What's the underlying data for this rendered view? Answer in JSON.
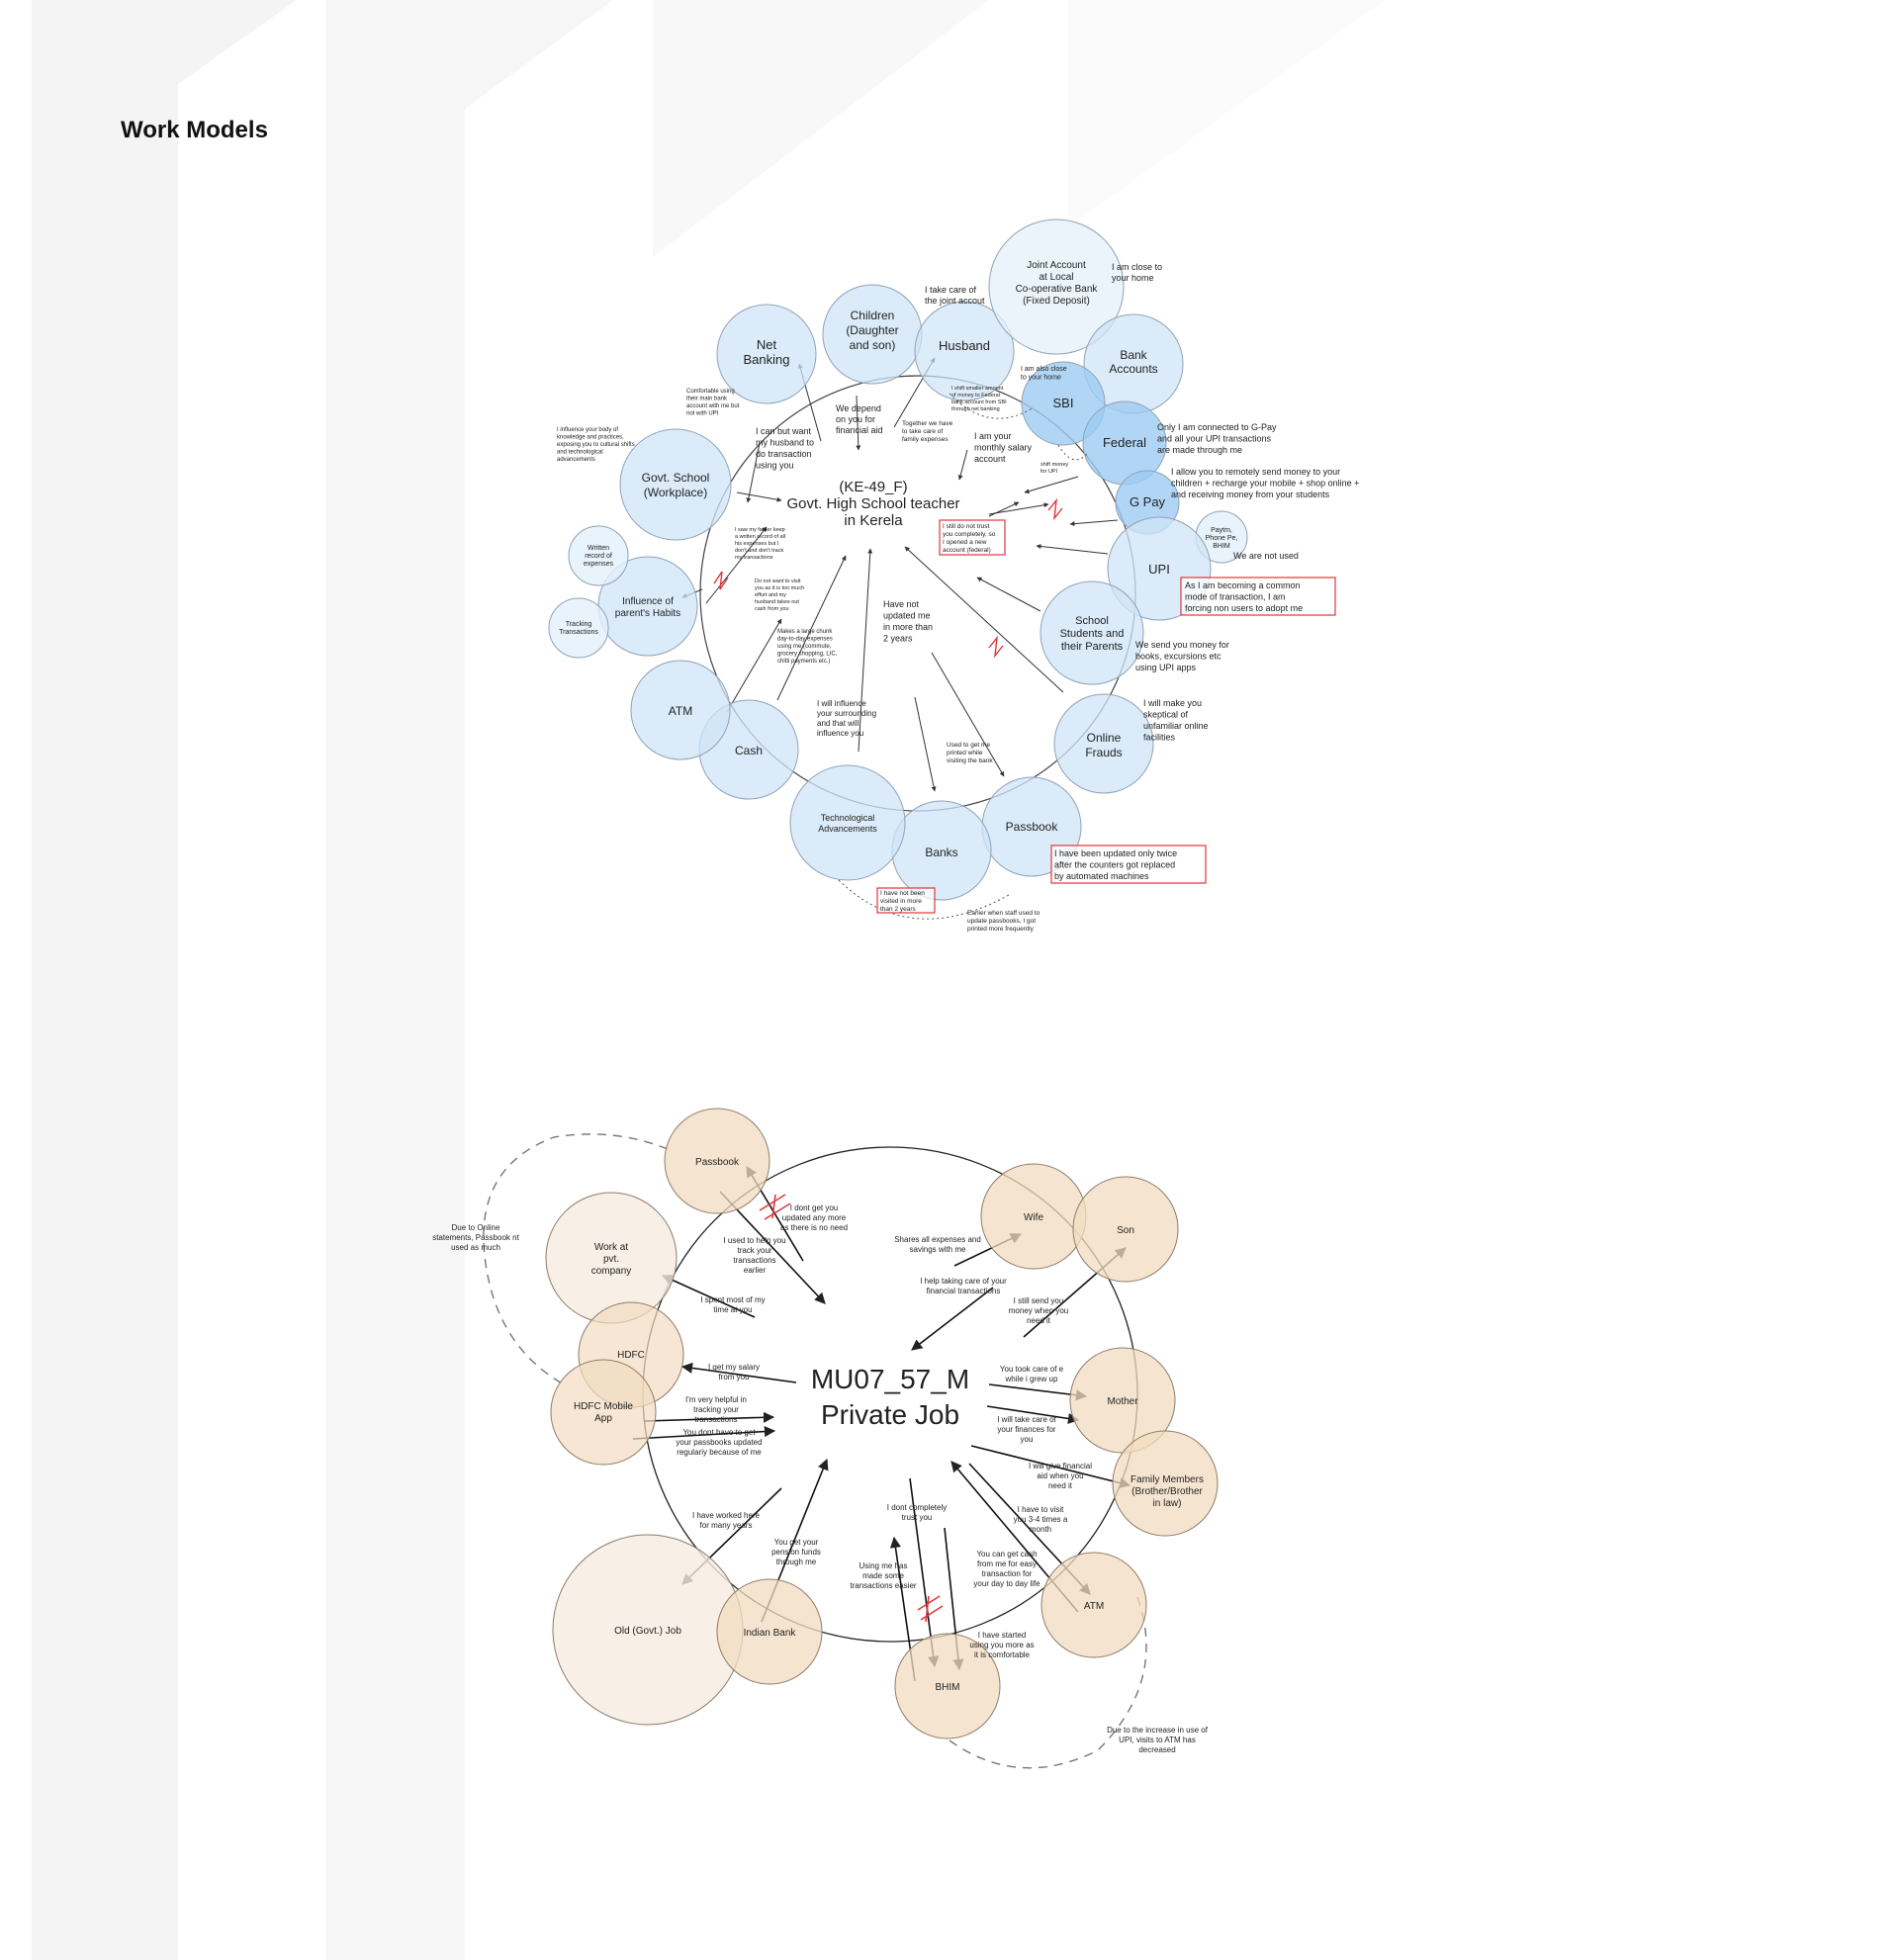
{
  "page": {
    "title": "Work Models"
  },
  "colors": {
    "blue_fill": "#cfe4f7",
    "blue_stroke": "#8fa3b6",
    "blue_strong": "#9ccbf2",
    "tan_fill": "#f2dcc0",
    "tan_light": "#f6ebe0",
    "red": "#e0363b",
    "line": "#222222",
    "dashed": "#777777"
  },
  "model1": {
    "center": [
      "(KE-49_F)",
      "Govt. High School teacher",
      "in Kerela"
    ],
    "nodes": {
      "net_banking": [
        "Net",
        "Banking"
      ],
      "children": [
        "Children",
        "(Daughter",
        "and son)"
      ],
      "husband": [
        "Husband"
      ],
      "joint_account": [
        "Joint Account",
        "at Local",
        "Co-operative Bank",
        "(Fixed Deposit)"
      ],
      "bank_accounts": [
        "Bank",
        "Accounts"
      ],
      "sbi": [
        "SBI"
      ],
      "federal": [
        "Federal"
      ],
      "gpay": [
        "G Pay"
      ],
      "paytm": [
        "Paytm,",
        "Phone Pe,",
        "BHIM"
      ],
      "upi": [
        "UPI"
      ],
      "school_students": [
        "School",
        "Students and",
        "their Parents"
      ],
      "online_frauds": [
        "Online",
        "Frauds"
      ],
      "passbook": [
        "Passbook"
      ],
      "banks": [
        "Banks"
      ],
      "tech_adv": [
        "Technological",
        "Advancements"
      ],
      "cash": [
        "Cash"
      ],
      "atm": [
        "ATM"
      ],
      "influence": [
        "Influence of",
        "parent's Habits"
      ],
      "written_record": [
        "Written",
        "record of",
        "expenses"
      ],
      "tracking": [
        "Tracking",
        "Transactions"
      ],
      "govt_school": [
        "Govt. School",
        "(Workplace)"
      ]
    },
    "labels": {
      "close_home": [
        "I am close to",
        "your home"
      ],
      "take_care_joint": [
        "I take care of",
        "the joint accout"
      ],
      "comfortable": [
        "Comfortable using",
        "their main bank",
        "account with me but",
        "not with UPI"
      ],
      "influence_body": [
        "I influence your body of",
        "knowledge and practices,",
        "exposing you to cultural shifts",
        "and technological",
        "advancements"
      ],
      "can_but_want": [
        "I can but want",
        "my husband to",
        "do transaction",
        "using you"
      ],
      "depend": [
        "We depend",
        "on you for",
        "financial aid"
      ],
      "together": [
        "Together we have",
        "to take care of",
        "family expenses"
      ],
      "shift_smaller": [
        "I shift smaller amount",
        "of money to Federal",
        "bank account from SBI",
        "through net banking"
      ],
      "also_close": [
        "I am also close",
        "to your home"
      ],
      "monthly_salary": [
        "I am your",
        "monthly salary",
        "account"
      ],
      "shift_money_upi": [
        "shift money",
        "for UPI"
      ],
      "only_connected": [
        "Only I am connected to G-Pay",
        "and all your UPI transactions",
        "are made through me"
      ],
      "allow_remote": [
        "I allow you to remotely send money to your",
        "children + recharge your mobile + shop online +",
        "and receiving money from your students"
      ],
      "not_used": [
        "We are not used"
      ],
      "common_mode": [
        "As I am becoming a common",
        "mode of transaction, I am",
        "forcing non users to adopt me"
      ],
      "still_not_trust": [
        "I still do not trust",
        "you completely, so",
        "I opened a new",
        "account (federal)"
      ],
      "send_money": [
        "We send you money for",
        "books, excursions etc",
        "using UPI apps"
      ],
      "skeptical": [
        "I will make you",
        "skeptical of",
        "unfamiliar online",
        "facilities"
      ],
      "saw_father": [
        "I saw my father keep",
        "a written record of all",
        "his expenses but I",
        "don't and don't track",
        "my transactions"
      ],
      "do_not_visit": [
        "Do not want to visit",
        "you as it is too much",
        "effort and my",
        "husband takes out",
        "cash from you"
      ],
      "large_chunk": [
        "Makes a large chunk",
        "day-to-day expenses",
        "using me (commute,",
        "grocery shopping, LIC,",
        "chitti payments etc.)"
      ],
      "have_not_updated": [
        "Have not",
        "updated me",
        "in more than",
        "2 years"
      ],
      "will_influence": [
        "I will influence",
        "your surrounding",
        "and that will",
        "influence you"
      ],
      "used_to_get": [
        "Used to get me",
        "printed while",
        "visiting the bank"
      ],
      "updated_twice": [
        "I have been updated only twice",
        "after the counters got replaced",
        "by automated machines"
      ],
      "not_visited": [
        "I have not been",
        "visited in more",
        "than 2 years"
      ],
      "earlier_staff": [
        "Earlier when staff used to",
        "update passbooks, I got",
        "printed more frequently"
      ]
    }
  },
  "model2": {
    "center": [
      "MU07_57_M",
      "Private Job"
    ],
    "nodes": {
      "passbook": [
        "Passbook"
      ],
      "work_pvt": [
        "Work at",
        "pvt.",
        "company"
      ],
      "hdfc": [
        "HDFC"
      ],
      "hdfc_app": [
        "HDFC Mobile",
        "App"
      ],
      "old_job": [
        "Old (Govt.) Job"
      ],
      "indian_bank": [
        "Indian Bank"
      ],
      "bhim": [
        "BHIM"
      ],
      "atm": [
        "ATM"
      ],
      "wife": [
        "Wife"
      ],
      "son": [
        "Son"
      ],
      "mother": [
        "Mother"
      ],
      "family": [
        "Family Members",
        "(Brother/Brother",
        "in law)"
      ]
    },
    "labels": {
      "online_statements": [
        "Due to Online",
        "statements, Passbook nt",
        "used as much"
      ],
      "dont_get_updated": [
        "I dont get you",
        "updated any more",
        "as there is no need"
      ],
      "used_to_help": [
        "I used to help you",
        "track your",
        "transactions",
        "earlier"
      ],
      "spent_most": [
        "I spent most of my",
        "time at you"
      ],
      "salary": [
        "I get my salary",
        "from you"
      ],
      "helpful": [
        "I'm very helpful in",
        "tracking your",
        "transactions"
      ],
      "dont_have_passbook": [
        "You dont have to get",
        "your passbooks updated",
        "regulariy because of me"
      ],
      "worked_here": [
        "I have worked here",
        "for many years"
      ],
      "pension": [
        "You get your",
        "pension funds",
        "through me"
      ],
      "shares_expenses": [
        "Shares all expenses and",
        "savings with me"
      ],
      "help_taking_care": [
        "I help taking care of your",
        "financial transactions"
      ],
      "still_send": [
        "I still send you",
        "money when you",
        "need it"
      ],
      "took_care": [
        "You took care of e",
        "while i grew up"
      ],
      "will_take_care": [
        "I will take care of",
        "your finances for",
        "you"
      ],
      "financial_aid": [
        "I will give financial",
        "aid when you",
        "need it"
      ],
      "visit_atm": [
        "I have to visit",
        "you 3-4 times a",
        "month"
      ],
      "get_cash": [
        "You can get cash",
        "from me for easy",
        "transaction for",
        "your day to day life"
      ],
      "dont_trust": [
        "I dont completely",
        "trust you"
      ],
      "made_easier": [
        "Using me has",
        "made some",
        "transactions easier"
      ],
      "started_using": [
        "I have started",
        "using you more as",
        "it is comfortable"
      ],
      "atm_decreased": [
        "Due to the increase in use of",
        "UPI, visits to ATM has",
        "decreased"
      ]
    }
  }
}
